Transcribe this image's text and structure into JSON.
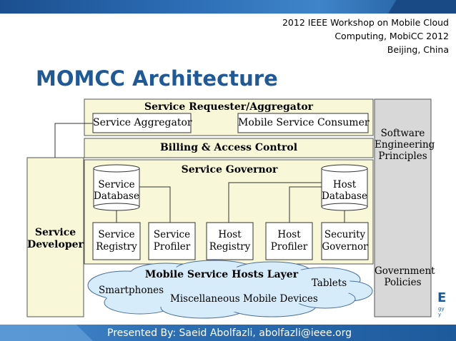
{
  "conference": {
    "line1": "2012 IEEE Workshop on Mobile Cloud",
    "line2": "Computing, MobiCC 2012",
    "line3": "Beijing, China"
  },
  "title": "MOMCC Architecture",
  "diagram": {
    "requester_aggregator": "Service Requester/Aggregator",
    "service_aggregator": "Service Aggregator",
    "mobile_service_consumer": "Mobile Service Consumer",
    "billing_access_control": "Billing & Access Control",
    "service_governor": "Service Governor",
    "service_database": [
      "Service",
      "Database"
    ],
    "host_database": [
      "Host",
      "Database"
    ],
    "service_registry": [
      "Service",
      "Registry"
    ],
    "service_profiler": [
      "Service",
      "Profiler"
    ],
    "host_registry": [
      "Host",
      "Registry"
    ],
    "host_profiler": [
      "Host",
      "Profiler"
    ],
    "security_governor": [
      "Security",
      "Governor"
    ],
    "service_developer": [
      "Service",
      "Developer"
    ],
    "software_engineering": [
      "Software",
      "Engineering",
      "Principles"
    ],
    "government_policies": [
      "Government",
      "Policies"
    ],
    "hosts_layer": "Mobile Service Hosts Layer",
    "smartphones": "Smartphones",
    "tablets": "Tablets",
    "misc_devices": "Miscellaneous  Mobile Devices"
  },
  "side_logo": {
    "letter": "E",
    "small": "gy\ny"
  },
  "footer": "Presented By: Saeid Abolfazli, abolfazli@ieee.org",
  "colors": {
    "title": "#1f5a96",
    "panel_fill": "#f8f8d8",
    "side_panel_fill": "#d8d8d8",
    "cloud_fill": "#d7ecfa",
    "bar_blue": "#2c6db5"
  }
}
